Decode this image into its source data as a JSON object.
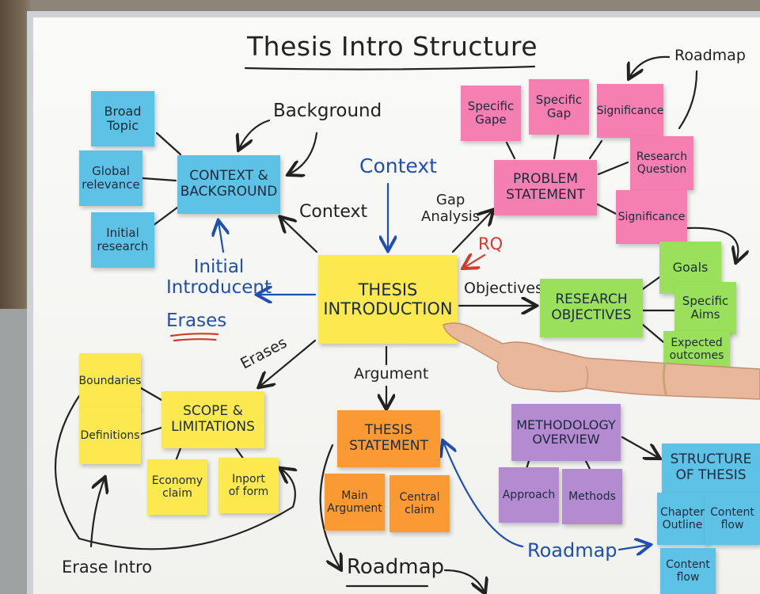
{
  "board": {
    "title": "Thesis Intro Structure",
    "labels": {
      "roadmap_top": "Roadmap",
      "background": "Background",
      "context_blue": "Context",
      "context_left": "Context",
      "gap_analysis": "Gap\nAnalysis",
      "rq": "RQ",
      "initial_introducent": "Initial\nIntroducent",
      "erases_blue": "Erases",
      "objectives": "Objectives",
      "erases_left": "Erases",
      "argument": "Argument",
      "erase_intro": "Erase Intro",
      "roadmap_bottom": "Roadmap",
      "roadmap_blue": "Roadmap"
    },
    "notes": {
      "broad_topic": "Broad\nTopic",
      "global_relevance": "Global\nrelevance",
      "initial_research": "Initial\nresearch",
      "context_background": "CONTEXT &\nBACKGROUND",
      "specific_gape": "Specific\nGape",
      "specific_gap": "Specific\nGap",
      "significance_1": "Significance",
      "research_question": "Research\nQuestion",
      "problem_statement": "PROBLEM\nSTATEMENT",
      "significance_2": "Significance",
      "thesis_introduction": "THESIS\nINTRODUCTION",
      "goals": "Goals",
      "specific_aims": "Specific\nAims",
      "expected_outcomes": "Expected\noutcomes",
      "research_objectives": "RESEARCH\nOBJECTIVES",
      "boundaries": "Boundaries",
      "definitions": "Definitions",
      "scope_limitations": "SCOPE &\nLIMITATIONS",
      "economy_claim": "Economy\nclaim",
      "inport_of_form": "Inport\nof form",
      "thesis_statement": "THESIS\nSTATEMENT",
      "main_argument": "Main\nArgument",
      "central_claim": "Central\nclaim",
      "methodology_overview": "METHODOLOGY\nOVERVIEW",
      "approach": "Approach",
      "methods": "Methods",
      "structure_of_thesis": "STRUCTURE\nOF THESIS",
      "chapter_outline": "Chapter\nOutline",
      "content_flow_1": "Content\nflow",
      "content_flow_2": "Content\nflow"
    }
  },
  "colors": {
    "blue": "#5ec2e6",
    "yellow": "#fbe94f",
    "pink": "#f67fb2",
    "green": "#9be05a",
    "orange": "#fb9a32",
    "purple": "#b48ad0",
    "marker_blue": "#1f4fb0",
    "marker_red": "#d23a2a"
  }
}
